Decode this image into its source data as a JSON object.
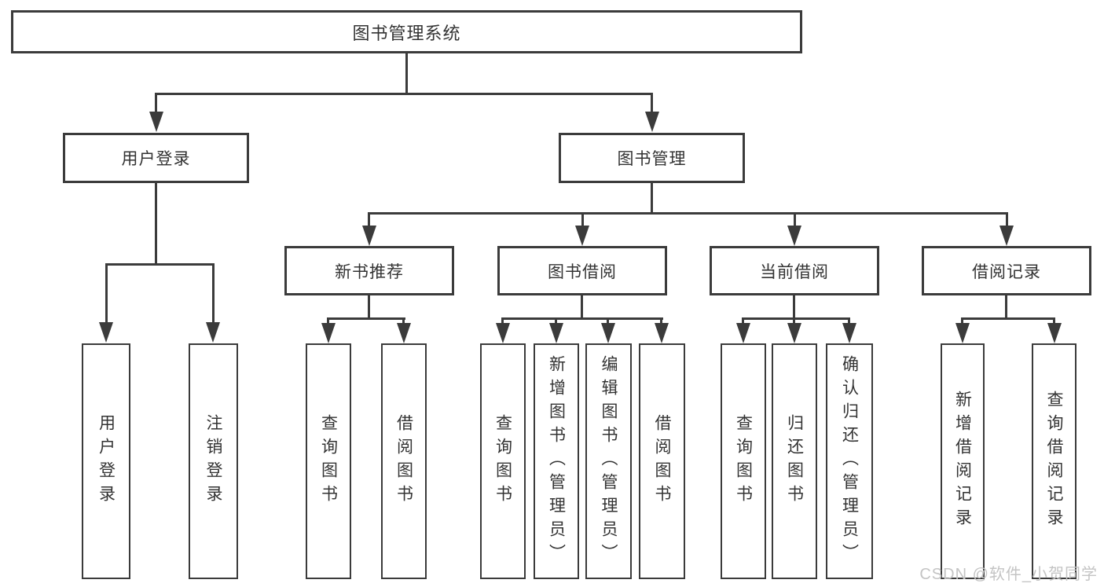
{
  "colors": {
    "line": "#3b3b3b",
    "text": "#333333",
    "background": "#ffffff",
    "watermark": "#c4c4c4"
  },
  "tree": {
    "root": {
      "label": "图书管理系统"
    },
    "branches": [
      {
        "label": "用户登录",
        "children": [
          {
            "label": "用户登录"
          },
          {
            "label": "注销登录"
          }
        ]
      },
      {
        "label": "图书管理",
        "groups": [
          {
            "label": "新书推荐",
            "children": [
              {
                "label": "查询图书"
              },
              {
                "label": "借阅图书"
              }
            ]
          },
          {
            "label": "图书借阅",
            "children": [
              {
                "label": "查询图书"
              },
              {
                "label": "新增图书（管理员）"
              },
              {
                "label": "编辑图书（管理员）"
              },
              {
                "label": "借阅图书"
              }
            ]
          },
          {
            "label": "当前借阅",
            "children": [
              {
                "label": "查询图书"
              },
              {
                "label": "归还图书"
              },
              {
                "label": "确认归还（管理员）"
              }
            ]
          },
          {
            "label": "借阅记录",
            "children": [
              {
                "label": "新增借阅记录"
              },
              {
                "label": "查询借阅记录"
              }
            ]
          }
        ]
      }
    ]
  },
  "watermark": {
    "text": "CSDN @软件_小贺同学"
  }
}
